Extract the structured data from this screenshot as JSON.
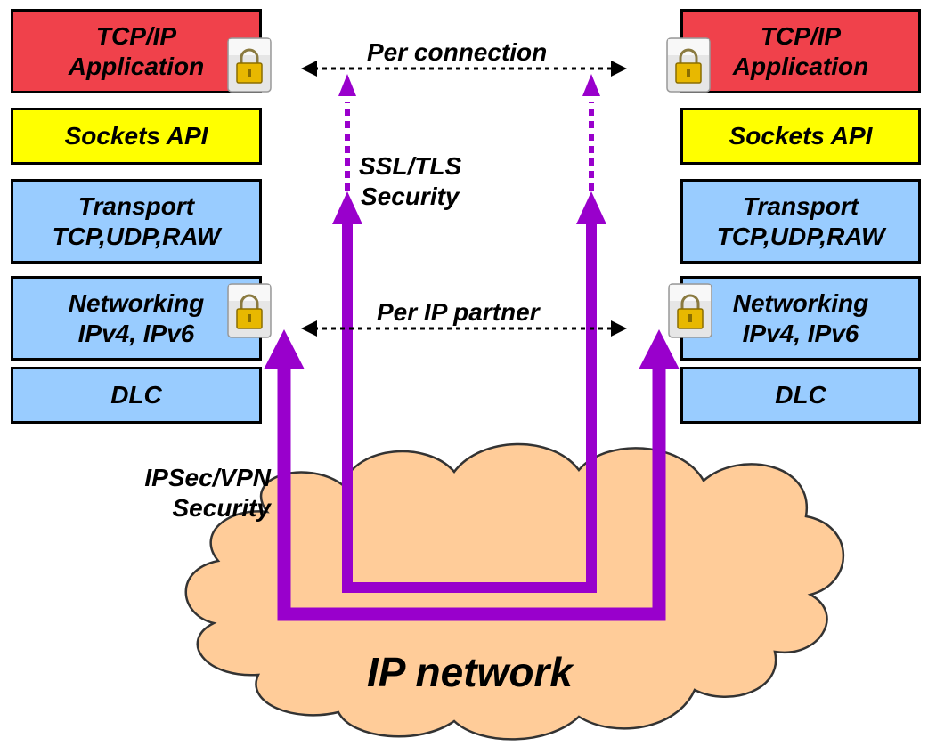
{
  "left_stack": {
    "application": [
      "TCP/IP",
      "Application"
    ],
    "sockets": "Sockets API",
    "transport": [
      "Transport",
      "TCP,UDP,RAW"
    ],
    "networking": [
      "Networking",
      "IPv4, IPv6"
    ],
    "dlc": "DLC"
  },
  "right_stack": {
    "application": [
      "TCP/IP",
      "Application"
    ],
    "sockets": "Sockets API",
    "transport": [
      "Transport",
      "TCP,UDP,RAW"
    ],
    "networking": [
      "Networking",
      "IPv4, IPv6"
    ],
    "dlc": "DLC"
  },
  "labels": {
    "per_connection": "Per connection",
    "per_ip_partner": "Per IP partner",
    "ssl_tls": [
      "SSL/TLS",
      "Security"
    ],
    "ipsec_vpn": [
      "IPSec/VPN",
      "Security"
    ],
    "network": "IP network"
  },
  "icons": {
    "lock": "padlock-icon",
    "arrow": "purple-arrow",
    "cloud": "cloud-shape"
  },
  "colors": {
    "application": "#f0414b",
    "sockets": "#ffff00",
    "layer": "#99ccff",
    "arrow": "#9900cc",
    "cloud": "#ffcc99"
  }
}
